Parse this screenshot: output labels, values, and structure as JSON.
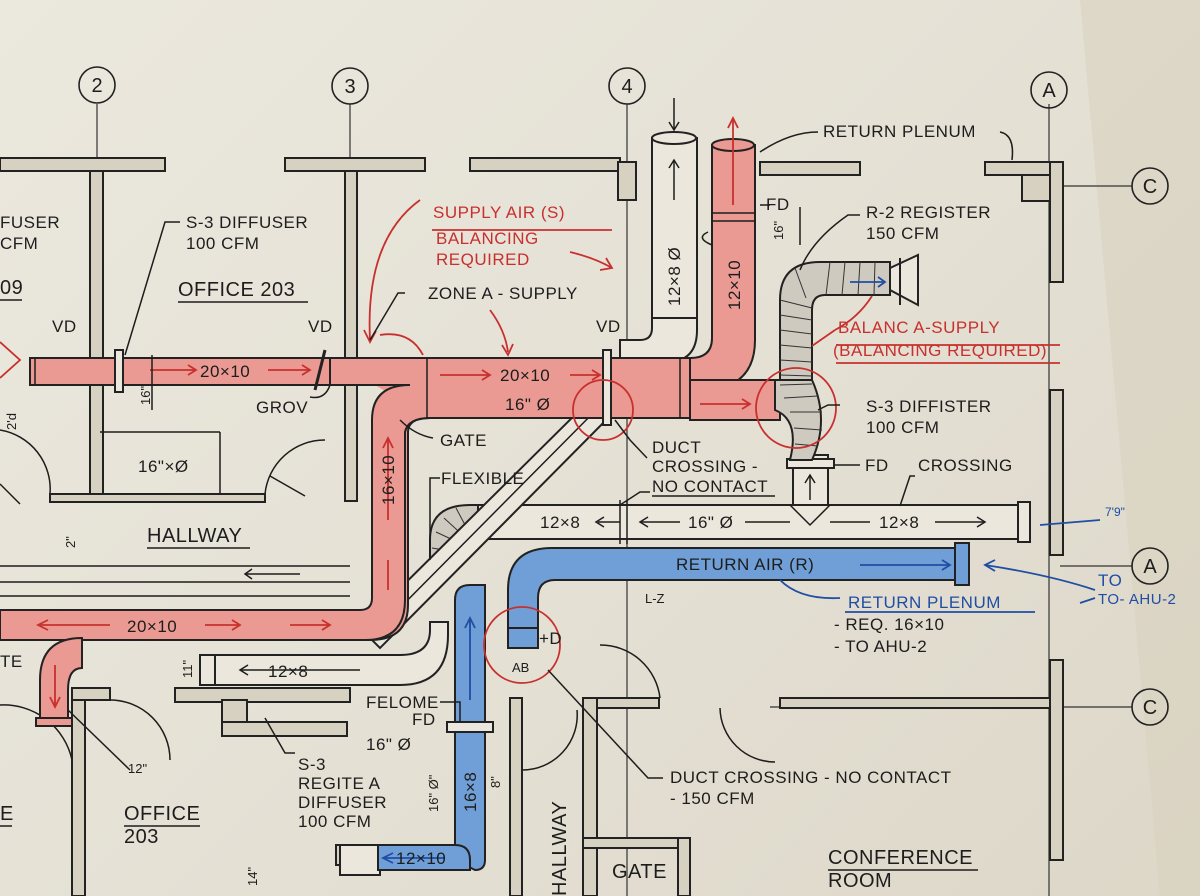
{
  "grid_bubbles": [
    "2",
    "3",
    "4",
    "A",
    "C",
    "A",
    "C"
  ],
  "rooms": {
    "office_203_top": "OFFICE 203",
    "hallway": "HALLWAY",
    "office_203_bottom_l1": "OFFICE",
    "office_203_bottom_l2": "203",
    "hallway_vertical": "HALLWAY",
    "conference_l1": "CONFERENCE",
    "conference_l2": "ROOM",
    "gate_room": "GATE"
  },
  "partial": {
    "fuser": "FUSER",
    "cfm": "CFM",
    "num09": "09",
    "te": "TE",
    "e": "E",
    "d2": "2'd"
  },
  "labels": {
    "s3_diffuser_top_l1": "S-3 DIFFUSER",
    "s3_diffuser_top_l2": "100 CFM",
    "supply_air_l1": "SUPPLY AIR (S)",
    "supply_air_l2": "BALANCING",
    "supply_air_l3": "REQUIRED",
    "zone_a": "ZONE A - SUPPLY",
    "return_plenum_top": "RETURN PLENUM",
    "fd_top": "FD",
    "r2_l1": "R-2 REGISTER",
    "r2_l2": "150 CFM",
    "balanc_l1": "BALANC A-SUPPLY",
    "balanc_l2": "(BALANCING REQUIRED)",
    "s3_diffister_l1": "S-3 DIFFISTER",
    "s3_diffister_l2": "100 CFM",
    "fd_right": "FD",
    "crossing": "CROSSING",
    "gate": "GATE",
    "flexible": "FLEXIBLE",
    "duct_crossing_l1": "DUCT",
    "duct_crossing_l2": "CROSSING -",
    "duct_crossing_l3": "NO CONTACT",
    "return_air": "RETURN AIR (R)",
    "return_plenum_l1": "RETURN PLENUM",
    "return_plenum_l2": "- REQ. 16×10",
    "return_plenum_l3": "- TO AHU-2",
    "to_ahu_l1": "TO",
    "to_ahu_l2": "TO- AHU-2",
    "felome": "FELOME",
    "fd_mid": "FD",
    "s3_regite_l1": "S-3",
    "s3_regite_l2": "REGITE A",
    "s3_regite_l3": "DIFFUSER",
    "s3_regite_l4": "100 CFM",
    "duct_crossing_bottom_l1": "DUCT CROSSING - NO CONTACT",
    "duct_crossing_bottom_l2": "- 150 CFM",
    "grov": "GROV",
    "vd1": "VD",
    "vd2": "VD",
    "vd3": "VD",
    "l23": "L-Z",
    "ab": "AB",
    "plus_d": "+D",
    "dim_7": "7'9\""
  },
  "ducts": {
    "d20x10_a": "20×10",
    "d20x10_b": "20×10",
    "d20x10_c": "20×10",
    "d16_dia": "16\" Ø",
    "d12x8_v": "12×8 Ø",
    "d12x10_v": "12×10",
    "d16x10_v": "16×10",
    "d16_hall": "16\"×Ø",
    "d12x8_a": "12×8",
    "d16_dia_b": "16\" Ø",
    "d12x8_b": "12×8",
    "d12x8_c": "12×8",
    "d16_dia_c": "16\" Ø",
    "d16x8_v": "16×8",
    "d16dia_v": "16\" Ø\"",
    "d12x10_h": "12×10",
    "d16_small": "16\"",
    "d16_small2": "16\"",
    "d12_small": "12\"",
    "d14_small": "14\"",
    "d2_small": "2\"",
    "d8_small": "8\"",
    "d11_small": "11\""
  },
  "colors": {
    "supply": "#ea9a92",
    "return": "#6f9fd6",
    "annotation_red": "#c8302e",
    "annotation_blue": "#1f4ea3"
  }
}
